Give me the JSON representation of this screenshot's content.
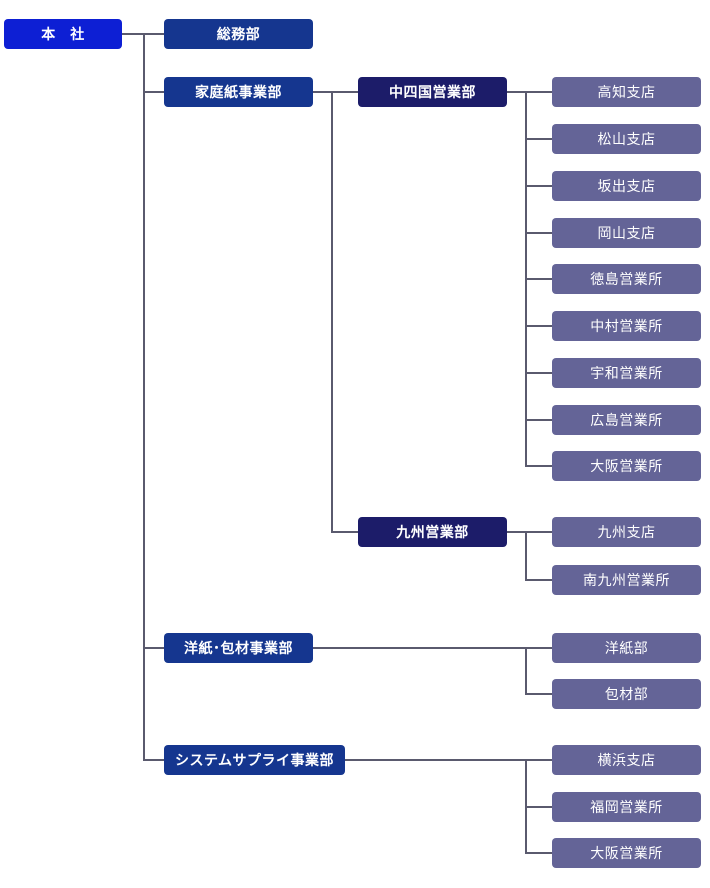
{
  "root": "本　社",
  "general_affairs": "総務部",
  "household": {
    "name": "家庭紙事業部",
    "chushikoku": {
      "name": "中四国営業部",
      "branches": [
        "高知支店",
        "松山支店",
        "坂出支店",
        "岡山支店",
        "徳島営業所",
        "中村営業所",
        "宇和営業所",
        "広島営業所",
        "大阪営業所"
      ]
    },
    "kyushu": {
      "name": "九州営業部",
      "branches": [
        "九州支店",
        "南九州営業所"
      ]
    }
  },
  "paper_packaging": {
    "name": "洋紙･包材事業部",
    "branches": [
      "洋紙部",
      "包材部"
    ]
  },
  "system_supply": {
    "name": "システムサプライ事業部",
    "branches": [
      "横浜支店",
      "福岡営業所",
      "大阪営業所"
    ]
  },
  "colors": {
    "root": "#0d1fd4",
    "division": "#15368f",
    "regional": "#1c1c69",
    "branch": "#646497",
    "line": "#5a5a6e"
  }
}
